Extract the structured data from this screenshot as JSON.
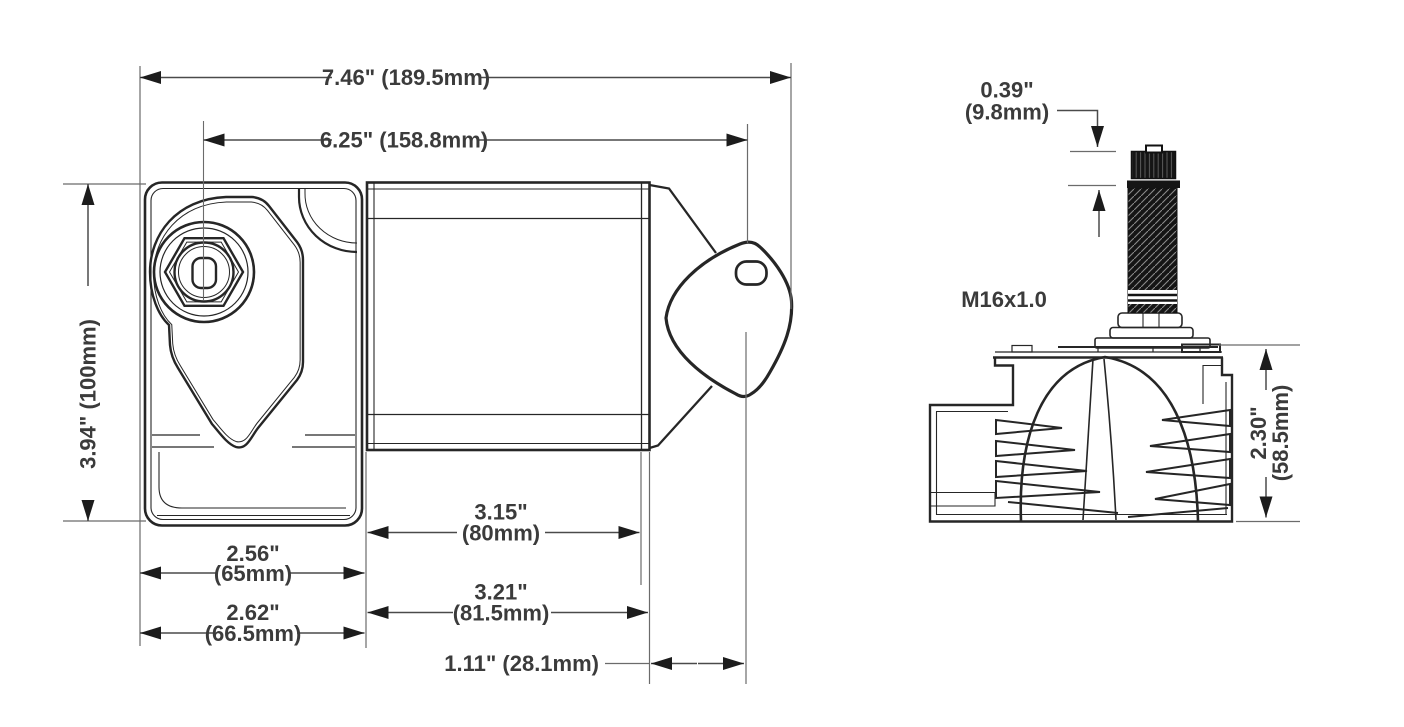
{
  "colors": {
    "outline": "#262626",
    "dimension_line": "#4a4a4a",
    "extension_line": "#6b6b6b",
    "label_text": "#3b3b3b",
    "background": "#ffffff",
    "shaft_fill": "#151515"
  },
  "side_view": {
    "overall_length": "7.46\" (189.5mm)",
    "length_to_bracket": "6.25\" (158.8mm)",
    "overall_height": "3.94\" (100mm)",
    "gearbox_width_in": "2.56\"",
    "gearbox_width_mm": "(65mm)",
    "gearbox_width_outer_in": "2.62\"",
    "gearbox_width_outer_mm": "(66.5mm)",
    "motor_length_in": "3.15\"",
    "motor_length_mm": "(80mm)",
    "motor_length_outer_in": "3.21\"",
    "motor_length_outer_mm": "(81.5mm)",
    "bracket_offset": "1.11\" (28.1mm)"
  },
  "front_view": {
    "shaft_tip_length_in": "0.39\"",
    "shaft_tip_length_mm": "(9.8mm)",
    "shaft_thread": "M16x1.0",
    "body_height_in": "2.30\"",
    "body_height_mm": "(58.5mm)"
  }
}
